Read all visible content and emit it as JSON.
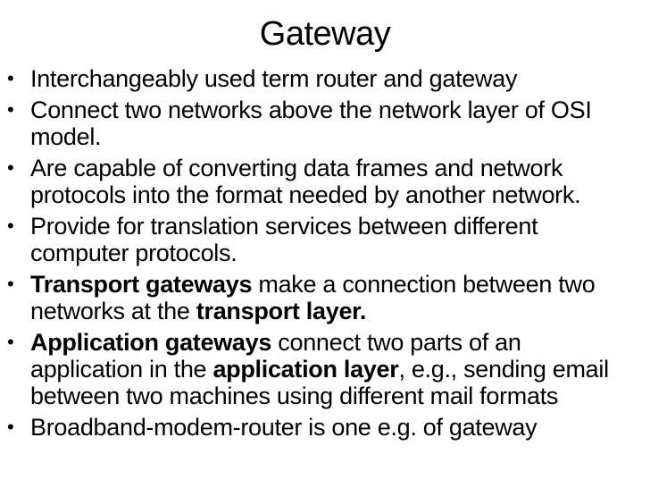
{
  "slide": {
    "title": "Gateway",
    "bullet_glyph": "•",
    "colors": {
      "background": "#ffffff",
      "text": "#000000"
    },
    "bullets": [
      {
        "segments": [
          {
            "text": "Interchangeably used term router and gateway",
            "bold": false
          }
        ]
      },
      {
        "segments": [
          {
            "text": "Connect two networks above the network layer of OSI model.",
            "bold": false
          }
        ]
      },
      {
        "segments": [
          {
            "text": "Are capable of converting data frames and network protocols into the format needed by another network.",
            "bold": false
          }
        ]
      },
      {
        "segments": [
          {
            "text": "Provide for translation services between different computer protocols.",
            "bold": false
          }
        ]
      },
      {
        "segments": [
          {
            "text": "Transport gateways",
            "bold": true
          },
          {
            "text": " make a connection between two networks at the ",
            "bold": false
          },
          {
            "text": "transport layer.",
            "bold": true
          }
        ]
      },
      {
        "segments": [
          {
            "text": "Application gateways",
            "bold": true
          },
          {
            "text": " connect two parts of an application in the ",
            "bold": false
          },
          {
            "text": "application layer",
            "bold": true
          },
          {
            "text": ", e.g., sending email between two machines using different mail formats",
            "bold": false
          }
        ]
      },
      {
        "segments": [
          {
            "text": "Broadband-modem-router is one e.g. of gateway",
            "bold": false
          }
        ]
      }
    ]
  }
}
